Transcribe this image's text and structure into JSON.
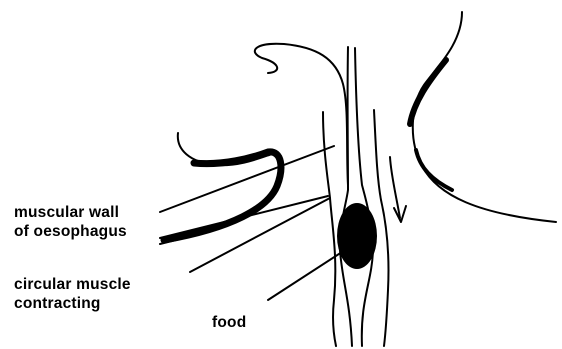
{
  "labels": {
    "muscular_wall": {
      "line1": "muscular wall",
      "line2": "of oesophagus"
    },
    "circular_muscle": {
      "line1": "circular muscle",
      "line2": "contracting"
    },
    "food": "food"
  },
  "colors": {
    "ink": "#000000",
    "background": "#ffffff"
  }
}
